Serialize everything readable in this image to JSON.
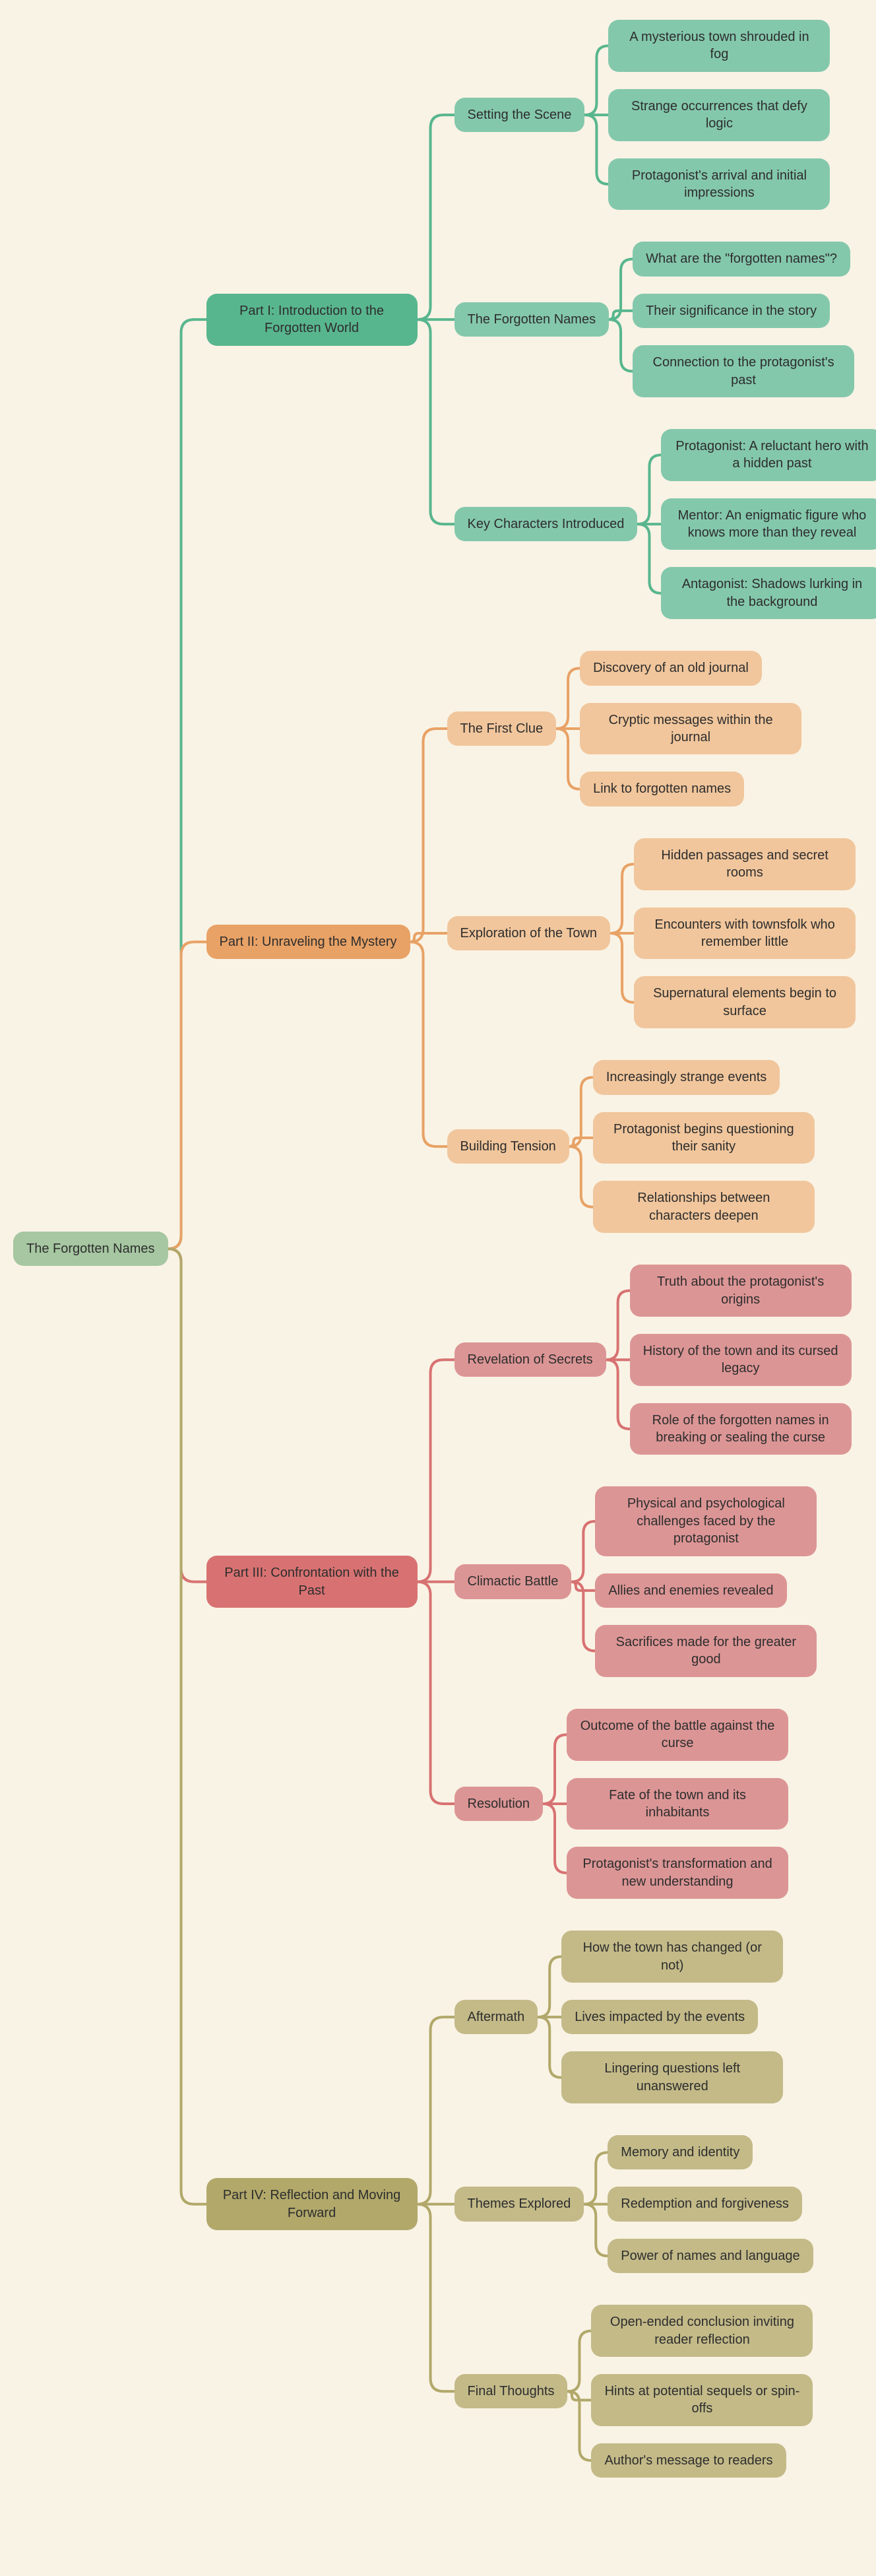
{
  "canvas": {
    "background": "#f9f3e5",
    "text_color": "#2d2d2d",
    "diagram_type": "mindmap"
  },
  "tree": {
    "label": "The Forgotten Names",
    "color": "#a6c7a1",
    "children": [
      {
        "label": "Part I: Introduction to the Forgotten World",
        "color": "#58b68e",
        "light_color": "#84c8ac",
        "line_color": "#58b68e",
        "children": [
          {
            "label": "Setting the Scene",
            "children": [
              {
                "label": "A mysterious town shrouded in fog"
              },
              {
                "label": "Strange occurrences that defy logic"
              },
              {
                "label": "Protagonist's arrival and initial impressions"
              }
            ]
          },
          {
            "label": "The Forgotten Names",
            "children": [
              {
                "label": "What are the \"forgotten names\"?"
              },
              {
                "label": "Their significance in the story"
              },
              {
                "label": "Connection to the protagonist's past"
              }
            ]
          },
          {
            "label": "Key Characters Introduced",
            "children": [
              {
                "label": "Protagonist: A reluctant hero with a hidden past"
              },
              {
                "label": "Mentor: An enigmatic figure who knows more than they reveal"
              },
              {
                "label": "Antagonist: Shadows lurking in the background"
              }
            ]
          }
        ]
      },
      {
        "label": "Part II: Unraveling the Mystery",
        "color": "#e8a266",
        "light_color": "#f1c69c",
        "line_color": "#e8a266",
        "children": [
          {
            "label": "The First Clue",
            "children": [
              {
                "label": "Discovery of an old journal"
              },
              {
                "label": "Cryptic messages within the journal"
              },
              {
                "label": "Link to forgotten names"
              }
            ]
          },
          {
            "label": "Exploration of the Town",
            "children": [
              {
                "label": "Hidden passages and secret rooms"
              },
              {
                "label": "Encounters with townsfolk who remember little"
              },
              {
                "label": "Supernatural elements begin to surface"
              }
            ]
          },
          {
            "label": "Building Tension",
            "children": [
              {
                "label": "Increasingly strange events"
              },
              {
                "label": "Protagonist begins questioning their sanity"
              },
              {
                "label": "Relationships between characters deepen"
              }
            ]
          }
        ]
      },
      {
        "label": "Part III: Confrontation with the Past",
        "color": "#d87272",
        "light_color": "#dc9595",
        "line_color": "#d87272",
        "children": [
          {
            "label": "Revelation of Secrets",
            "children": [
              {
                "label": "Truth about the protagonist's origins"
              },
              {
                "label": "History of the town and its cursed legacy"
              },
              {
                "label": "Role of the forgotten names in breaking or sealing the curse"
              }
            ]
          },
          {
            "label": "Climactic Battle",
            "children": [
              {
                "label": "Physical and psychological challenges faced by the protagonist"
              },
              {
                "label": "Allies and enemies revealed"
              },
              {
                "label": "Sacrifices made for the greater good"
              }
            ]
          },
          {
            "label": "Resolution",
            "children": [
              {
                "label": "Outcome of the battle against the curse"
              },
              {
                "label": "Fate of the town and its inhabitants"
              },
              {
                "label": "Protagonist's transformation and new understanding"
              }
            ]
          }
        ]
      },
      {
        "label": "Part IV: Reflection and Moving Forward",
        "color": "#b1a86a",
        "light_color": "#c3ba88",
        "line_color": "#b1a86a",
        "children": [
          {
            "label": "Aftermath",
            "children": [
              {
                "label": "How the town has changed (or not)"
              },
              {
                "label": "Lives impacted by the events"
              },
              {
                "label": "Lingering questions left unanswered"
              }
            ]
          },
          {
            "label": "Themes Explored",
            "children": [
              {
                "label": "Memory and identity"
              },
              {
                "label": "Redemption and forgiveness"
              },
              {
                "label": "Power of names and language"
              }
            ]
          },
          {
            "label": "Final Thoughts",
            "children": [
              {
                "label": "Open-ended conclusion inviting reader reflection"
              },
              {
                "label": "Hints at potential sequels or spin-offs"
              },
              {
                "label": "Author's message to readers"
              }
            ]
          }
        ]
      }
    ]
  }
}
